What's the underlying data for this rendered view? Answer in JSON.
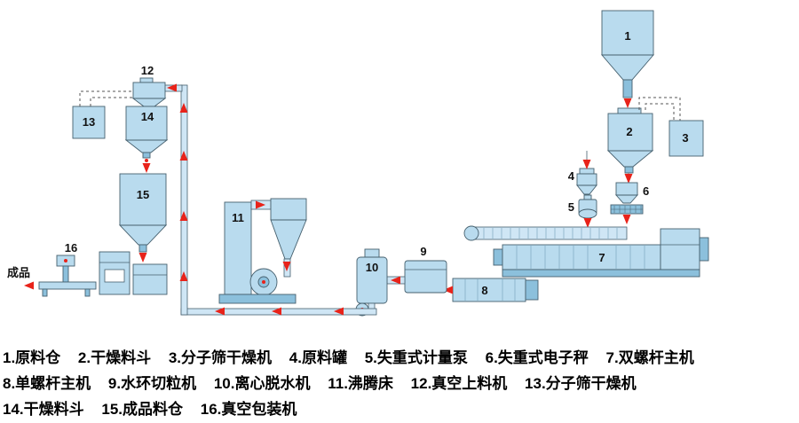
{
  "diagram": {
    "labels": {
      "n1": "1",
      "n2": "2",
      "n3": "3",
      "n4": "4",
      "n5": "5",
      "n6": "6",
      "n7": "7",
      "n8": "8",
      "n9": "9",
      "n10": "10",
      "n11": "11",
      "n12": "12",
      "n13": "13",
      "n14": "14",
      "n15": "15",
      "n16": "16",
      "finished_product": "成品"
    }
  },
  "legend": {
    "rows": [
      [
        "1.原料仓",
        "2.干燥料斗",
        "3.分子筛干燥机",
        "4.原料罐",
        "5.失重式计量泵",
        "6.失重式电子秤",
        "7.双螺杆主机"
      ],
      [
        "8.单螺杆主机",
        "9.水环切粒机",
        "10.离心脱水机",
        "11.沸腾床",
        "12.真空上料机",
        "13.分子筛干燥机"
      ],
      [
        "14.干燥料斗",
        "15.成品料仓",
        "16.真空包装机"
      ]
    ]
  },
  "colors": {
    "equipment_fill": "#b9dbee",
    "equipment_fill_dark": "#8cc0dc",
    "pipe_fill": "#cfe6f5",
    "outline": "#46606e",
    "arrow_red": "#e8231a",
    "background": "#ffffff",
    "text": "#000000"
  }
}
